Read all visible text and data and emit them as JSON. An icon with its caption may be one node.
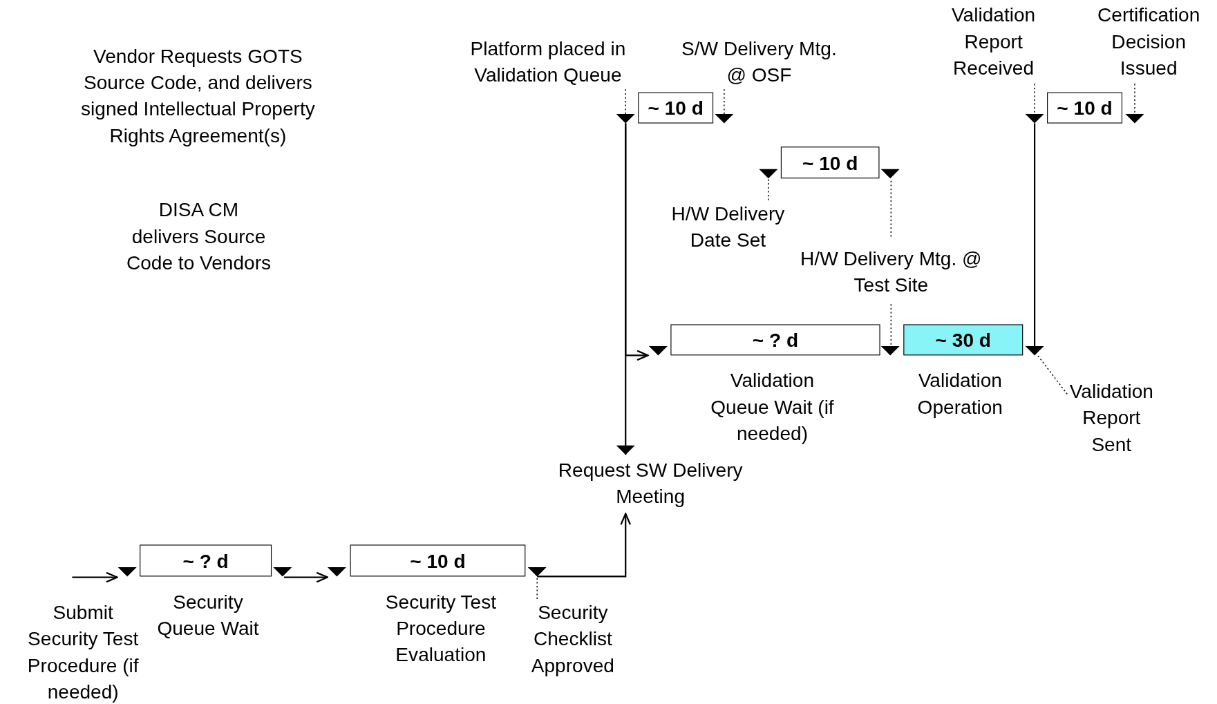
{
  "diagram": {
    "nodes": [
      {
        "text": [
          "Submit Security Test Procedure (if needed)"
        ]
      },
      {
        "text": [
          "~ ? d"
        ],
        "beside": [
          "Security Queue Wait"
        ]
      },
      {
        "text": [
          "~ 10 d"
        ],
        "beside": [
          "Security Test Procedure Evaluation"
        ]
      },
      {
        "text": [
          "Security Checklist Approved"
        ]
      },
      {
        "text": [
          "Request SW Delivery Meeting"
        ]
      },
      {
        "text": [
          "Platform placed in Validation Queue"
        ]
      },
      {
        "text": [
          "~ 10 d"
        ]
      },
      {
        "text": [
          "S/W Delivery Mtg. @ OSF"
        ]
      },
      {
        "text": [
          "H/W Delivery Date Set"
        ]
      },
      {
        "text": [
          "~ 10 d"
        ]
      },
      {
        "text": [
          "H/W Delivery Mtg. @ Test Site"
        ]
      },
      {
        "text": [
          "~ ? d"
        ],
        "beside": [
          "Validation Queue Wait (if needed)"
        ]
      },
      {
        "text": [
          "~ 30 d"
        ],
        "beside": [
          "Validation Operation"
        ]
      },
      {
        "text": [
          "Validation Report Sent"
        ]
      },
      {
        "text": [
          "Validation Report Received"
        ]
      },
      {
        "text": [
          "~ 10 d"
        ]
      },
      {
        "text": [
          "Certification Decision Issued"
        ]
      }
    ],
    "edges": [
      {
        "from": null,
        "to": 1,
        "arrow": "to"
      },
      {
        "from": 1,
        "to": 2,
        "arrow": "to"
      },
      {
        "from": 2,
        "to": 4,
        "arrow": "to"
      },
      {
        "from": 6,
        "to": 4,
        "arrow": "to"
      },
      {
        "from": 6,
        "to": 11,
        "arrow": "to"
      },
      {
        "from": 15,
        "to": 12,
        "arrow": "none"
      },
      {
        "from": 3,
        "to": 2,
        "arrow": "none",
        "style": "dashed"
      },
      {
        "from": 5,
        "to": 6,
        "arrow": "none",
        "style": "dashed"
      },
      {
        "from": 7,
        "to": 6,
        "arrow": "none",
        "style": "dashed"
      },
      {
        "from": 8,
        "to": 9,
        "arrow": "none",
        "style": "dashed"
      },
      {
        "from": 10,
        "to": 9,
        "arrow": "none",
        "style": "dashed"
      },
      {
        "from": 10,
        "to": 11,
        "arrow": "none",
        "style": "dashed"
      },
      {
        "from": 13,
        "to": 12,
        "arrow": "none",
        "style": "dashed"
      },
      {
        "from": 14,
        "to": 15,
        "arrow": "none",
        "style": "dashed"
      },
      {
        "from": 16,
        "to": 15,
        "arrow": "none",
        "style": "dashed"
      }
    ],
    "labels": [
      "Vendor Requests GOTS Source Code, and delivers signed Intellectual Property Rights Agreement(s)",
      "DISA CM delivers Source Code to Vendors"
    ]
  }
}
